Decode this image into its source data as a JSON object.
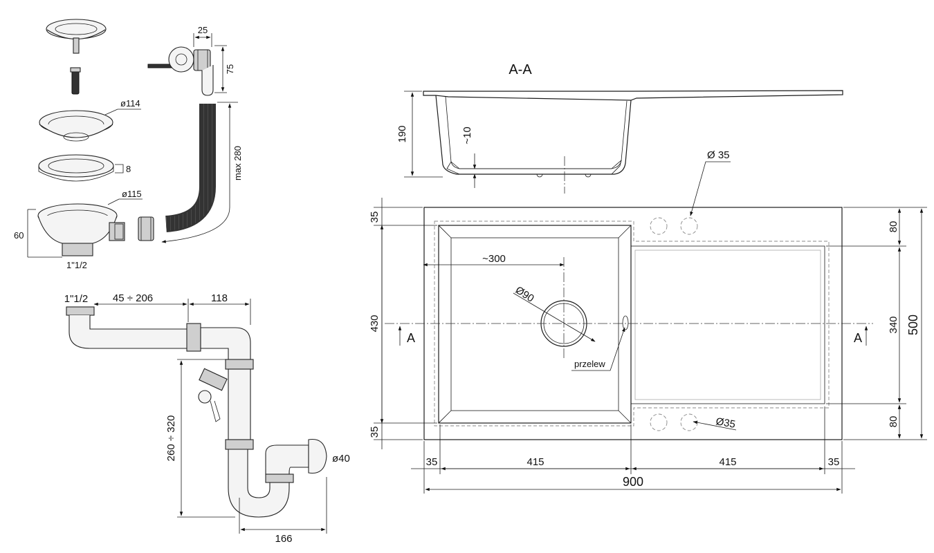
{
  "section": {
    "label": "A-A",
    "cut_left": "A",
    "cut_right": "A"
  },
  "section_dims": {
    "height": "190",
    "bottom": "~10"
  },
  "plan_dims": {
    "tap_hole": "Ø 35",
    "tap_hole_bottom": "Ø35",
    "drain": "Ø90",
    "drain_offset": "~300",
    "overflow": "przelew",
    "left_top": "35",
    "left_mid": "430",
    "left_bottom": "35",
    "right_top": "80",
    "right_mid": "340",
    "right_bottom": "80",
    "overall_depth": "500",
    "bottom_a": "35",
    "bottom_b": "415",
    "bottom_c": "415",
    "bottom_d": "35",
    "overall_width": "900"
  },
  "parts_dims": {
    "nut_width": "25",
    "nut_height": "75",
    "hose_max": "max 280",
    "strainer_dia": "ø114",
    "gasket_thk": "8",
    "body_dia": "ø115",
    "body_height": "60",
    "body_thread": "1\"1/2"
  },
  "siphon_dims": {
    "thread": "1\"1/2",
    "pipe_range": "45 ÷ 206",
    "offset": "118",
    "height_range": "260 ÷ 320",
    "outlet_dia": "ø40",
    "bottom_width": "166"
  }
}
